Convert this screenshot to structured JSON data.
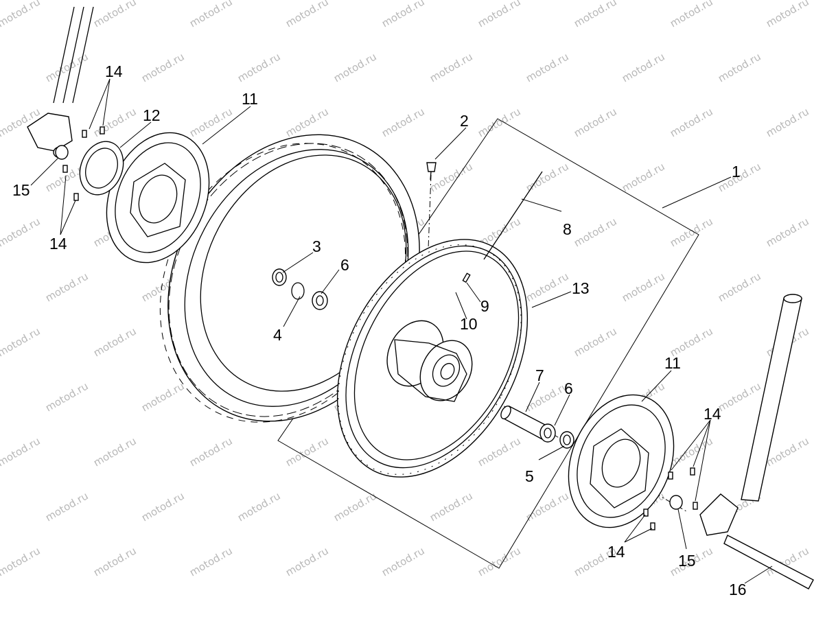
{
  "watermark": {
    "text": "motod.ru",
    "color": "#b8b8b8"
  },
  "callouts": [
    {
      "id": "c1",
      "text": "1"
    },
    {
      "id": "c2",
      "text": "2"
    },
    {
      "id": "c3",
      "text": "3"
    },
    {
      "id": "c4",
      "text": "4"
    },
    {
      "id": "c5",
      "text": "5"
    },
    {
      "id": "c6a",
      "text": "6"
    },
    {
      "id": "c6b",
      "text": "6"
    },
    {
      "id": "c7",
      "text": "7"
    },
    {
      "id": "c8",
      "text": "8"
    },
    {
      "id": "c9",
      "text": "9"
    },
    {
      "id": "c10",
      "text": "10"
    },
    {
      "id": "c11a",
      "text": "11"
    },
    {
      "id": "c11b",
      "text": "11"
    },
    {
      "id": "c12",
      "text": "12"
    },
    {
      "id": "c13",
      "text": "13"
    },
    {
      "id": "c14a",
      "text": "14"
    },
    {
      "id": "c14b",
      "text": "14"
    },
    {
      "id": "c14c",
      "text": "14"
    },
    {
      "id": "c14d",
      "text": "14"
    },
    {
      "id": "c15a",
      "text": "15"
    },
    {
      "id": "c15b",
      "text": "15"
    },
    {
      "id": "c16",
      "text": "16"
    }
  ]
}
